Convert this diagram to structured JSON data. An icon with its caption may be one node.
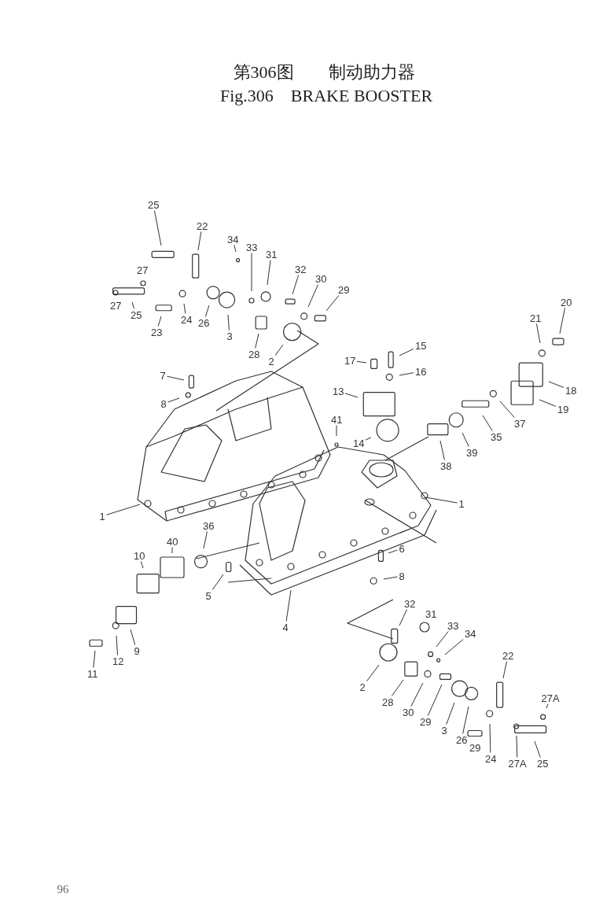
{
  "diagram": {
    "title": "第306图　　制动助力器",
    "nodes": [
      {
        "text": [
          "25"
        ]
      },
      {
        "text": [
          "22"
        ]
      },
      {
        "text": [
          "34"
        ]
      },
      {
        "text": [
          "33"
        ]
      },
      {
        "text": [
          "31"
        ]
      },
      {
        "text": [
          "32"
        ]
      },
      {
        "text": [
          "30"
        ]
      },
      {
        "text": [
          "29"
        ]
      },
      {
        "text": [
          "20"
        ]
      },
      {
        "text": [
          "25"
        ]
      },
      {
        "text": [
          "21"
        ]
      },
      {
        "text": [
          "26"
        ]
      },
      {
        "text": [
          "24"
        ]
      },
      {
        "text": [
          "23"
        ]
      },
      {
        "text": [
          "3"
        ]
      },
      {
        "text": [
          "15"
        ]
      },
      {
        "text": [
          "28"
        ]
      },
      {
        "text": [
          "17"
        ]
      },
      {
        "text": [
          "2"
        ]
      },
      {
        "text": [
          "16"
        ]
      },
      {
        "text": [
          "7"
        ]
      },
      {
        "text": [
          "13"
        ]
      },
      {
        "text": [
          "18"
        ]
      },
      {
        "text": [
          "8"
        ]
      },
      {
        "text": [
          "19"
        ]
      },
      {
        "text": [
          "37"
        ]
      },
      {
        "text": [
          "41"
        ]
      },
      {
        "text": [
          "35"
        ]
      },
      {
        "text": [
          "14"
        ]
      },
      {
        "text": [
          "39"
        ]
      },
      {
        "text": [
          "38"
        ]
      },
      {
        "text": [
          "1"
        ]
      },
      {
        "text": [
          "1"
        ]
      },
      {
        "text": [
          "36"
        ]
      },
      {
        "text": [
          "40"
        ]
      },
      {
        "text": [
          "6"
        ]
      },
      {
        "text": [
          "10"
        ]
      },
      {
        "text": [
          "8"
        ]
      },
      {
        "text": [
          "5"
        ]
      },
      {
        "text": [
          "32"
        ]
      },
      {
        "text": [
          "33"
        ]
      },
      {
        "text": [
          "4"
        ]
      },
      {
        "text": [
          "34"
        ]
      },
      {
        "text": [
          "9"
        ]
      },
      {
        "text": [
          "22"
        ]
      },
      {
        "text": [
          "12"
        ]
      },
      {
        "text": [
          "11"
        ]
      },
      {
        "text": [
          "2"
        ]
      },
      {
        "text": [
          "28"
        ]
      },
      {
        "text": [
          "27A"
        ]
      },
      {
        "text": [
          "30"
        ]
      },
      {
        "text": [
          "29"
        ]
      },
      {
        "text": [
          "3"
        ]
      },
      {
        "text": [
          "26"
        ]
      },
      {
        "text": [
          "24"
        ]
      },
      {
        "text": [
          "27A"
        ]
      },
      {
        "text": [
          "25"
        ]
      },
      {
        "text": [
          "27"
        ]
      },
      {
        "text": [
          "27"
        ]
      },
      {
        "text": [
          "31"
        ]
      },
      {
        "text": [
          "29"
        ]
      },
      {
        "text": [],
        "shape": "picture"
      },
      {
        "text": [],
        "shape": "picture"
      }
    ],
    "edges": [
      {
        "from": 0,
        "to": null,
        "arrow": "none"
      },
      {
        "from": 1,
        "to": null,
        "arrow": "none"
      },
      {
        "from": 2,
        "to": null,
        "arrow": "none"
      },
      {
        "from": 3,
        "to": null,
        "arrow": "none"
      },
      {
        "from": 4,
        "to": null,
        "arrow": "none"
      },
      {
        "from": 5,
        "to": null,
        "arrow": "none"
      },
      {
        "from": 6,
        "to": null,
        "arrow": "none"
      },
      {
        "from": 7,
        "to": null,
        "arrow": "none"
      },
      {
        "from": 8,
        "to": null,
        "arrow": "none"
      },
      {
        "from": 9,
        "to": null,
        "arrow": "none"
      },
      {
        "from": 10,
        "to": null,
        "arrow": "none"
      },
      {
        "from": 11,
        "to": null,
        "arrow": "none"
      },
      {
        "from": 12,
        "to": null,
        "arrow": "none"
      },
      {
        "from": 13,
        "to": null,
        "arrow": "none"
      },
      {
        "from": 14,
        "to": null,
        "arrow": "none"
      },
      {
        "from": 15,
        "to": null,
        "arrow": "none"
      },
      {
        "from": 16,
        "to": null,
        "arrow": "none"
      },
      {
        "from": 17,
        "to": null,
        "arrow": "none"
      },
      {
        "from": 18,
        "to": null,
        "arrow": "none"
      },
      {
        "from": 19,
        "to": null,
        "arrow": "none"
      },
      {
        "from": 20,
        "to": null,
        "arrow": "none"
      },
      {
        "from": 21,
        "to": null,
        "arrow": "none"
      },
      {
        "from": 22,
        "to": null,
        "arrow": "none"
      },
      {
        "from": 23,
        "to": null,
        "arrow": "none"
      },
      {
        "from": 24,
        "to": null,
        "arrow": "none"
      },
      {
        "from": 25,
        "to": null,
        "arrow": "none"
      },
      {
        "from": 26,
        "to": null,
        "arrow": "none"
      },
      {
        "from": 27,
        "to": null,
        "arrow": "none"
      },
      {
        "from": 28,
        "to": null,
        "arrow": "none"
      },
      {
        "from": 29,
        "to": null,
        "arrow": "none"
      },
      {
        "from": 30,
        "to": null,
        "arrow": "none"
      },
      {
        "from": 31,
        "to": 62,
        "arrow": "none"
      },
      {
        "from": 32,
        "to": 61,
        "arrow": "none"
      },
      {
        "from": 33,
        "to": null,
        "arrow": "none"
      },
      {
        "from": 34,
        "to": null,
        "arrow": "none"
      },
      {
        "from": 35,
        "to": null,
        "arrow": "none"
      },
      {
        "from": 36,
        "to": null,
        "arrow": "none"
      },
      {
        "from": 37,
        "to": null,
        "arrow": "none"
      },
      {
        "from": 38,
        "to": null,
        "arrow": "none"
      },
      {
        "from": 39,
        "to": null,
        "arrow": "none"
      },
      {
        "from": 40,
        "to": null,
        "arrow": "none"
      },
      {
        "from": 41,
        "to": null,
        "arrow": "none"
      },
      {
        "from": 42,
        "to": null,
        "arrow": "none"
      },
      {
        "from": 43,
        "to": null,
        "arrow": "none"
      },
      {
        "from": 44,
        "to": null,
        "arrow": "none"
      },
      {
        "from": 45,
        "to": null,
        "arrow": "none"
      },
      {
        "from": 46,
        "to": null,
        "arrow": "none"
      },
      {
        "from": 47,
        "to": null,
        "arrow": "none"
      },
      {
        "from": 48,
        "to": null,
        "arrow": "none"
      },
      {
        "from": 49,
        "to": null,
        "arrow": "none"
      },
      {
        "from": 50,
        "to": null,
        "arrow": "none"
      },
      {
        "from": 51,
        "to": null,
        "arrow": "none"
      },
      {
        "from": 52,
        "to": null,
        "arrow": "none"
      },
      {
        "from": 53,
        "to": null,
        "arrow": "none"
      },
      {
        "from": 54,
        "to": null,
        "arrow": "none"
      },
      {
        "from": 55,
        "to": null,
        "arrow": "none"
      },
      {
        "from": 56,
        "to": null,
        "arrow": "none"
      }
    ],
    "labels": [
      "Fig.306　BRAKE BOOSTER",
      "96"
    ]
  }
}
